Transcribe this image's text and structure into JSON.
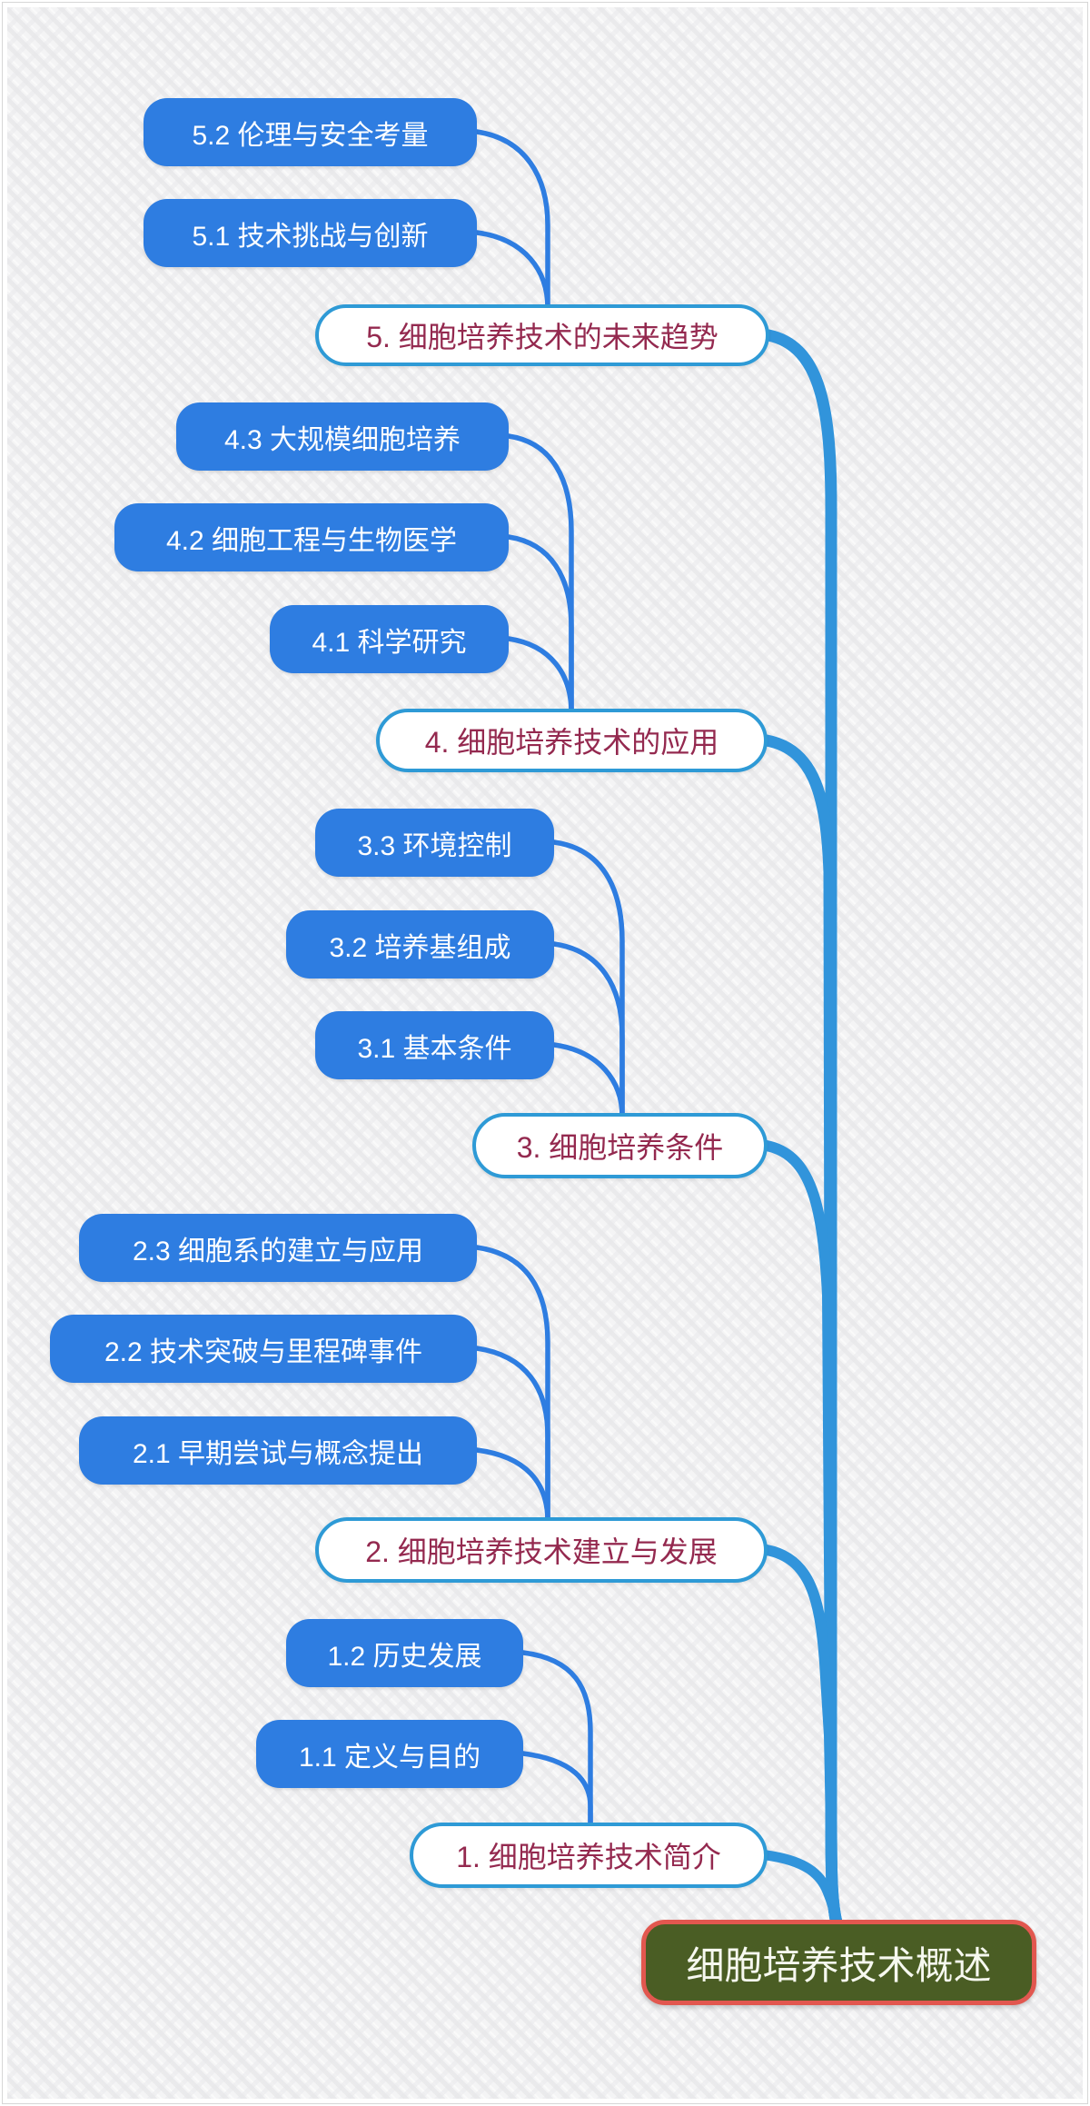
{
  "diagram": {
    "type": "mindmap",
    "root": {
      "label": "细胞培养技术概述"
    },
    "branches": [
      {
        "label": "1. 细胞培养技术简介",
        "children": [
          {
            "label": "1.1 定义与目的"
          },
          {
            "label": "1.2 历史发展"
          }
        ]
      },
      {
        "label": "2. 细胞培养技术建立与发展",
        "children": [
          {
            "label": "2.1 早期尝试与概念提出"
          },
          {
            "label": "2.2 技术突破与里程碑事件"
          },
          {
            "label": "2.3 细胞系的建立与应用"
          }
        ]
      },
      {
        "label": "3. 细胞培养条件",
        "children": [
          {
            "label": "3.1 基本条件"
          },
          {
            "label": "3.2 培养基组成"
          },
          {
            "label": "3.3 环境控制"
          }
        ]
      },
      {
        "label": "4. 细胞培养技术的应用",
        "children": [
          {
            "label": "4.1 科学研究"
          },
          {
            "label": "4.2 细胞工程与生物医学"
          },
          {
            "label": "4.3 大规模细胞培养"
          }
        ]
      },
      {
        "label": "5. 细胞培养技术的未来趋势",
        "children": [
          {
            "label": "5.1 技术挑战与创新"
          },
          {
            "label": "5.2 伦理与安全考量"
          }
        ]
      }
    ],
    "colors": {
      "child_fill": "#2E7DE1",
      "child_link": "#2E7DE1",
      "trunk_link": "#3194DB",
      "branch_border": "#2E9AD6",
      "branch_text": "#94294F",
      "root_fill": "#4A5D24",
      "root_border": "#E2574F",
      "root_text": "#F6F8EF",
      "background": "#F4F4F5"
    }
  }
}
